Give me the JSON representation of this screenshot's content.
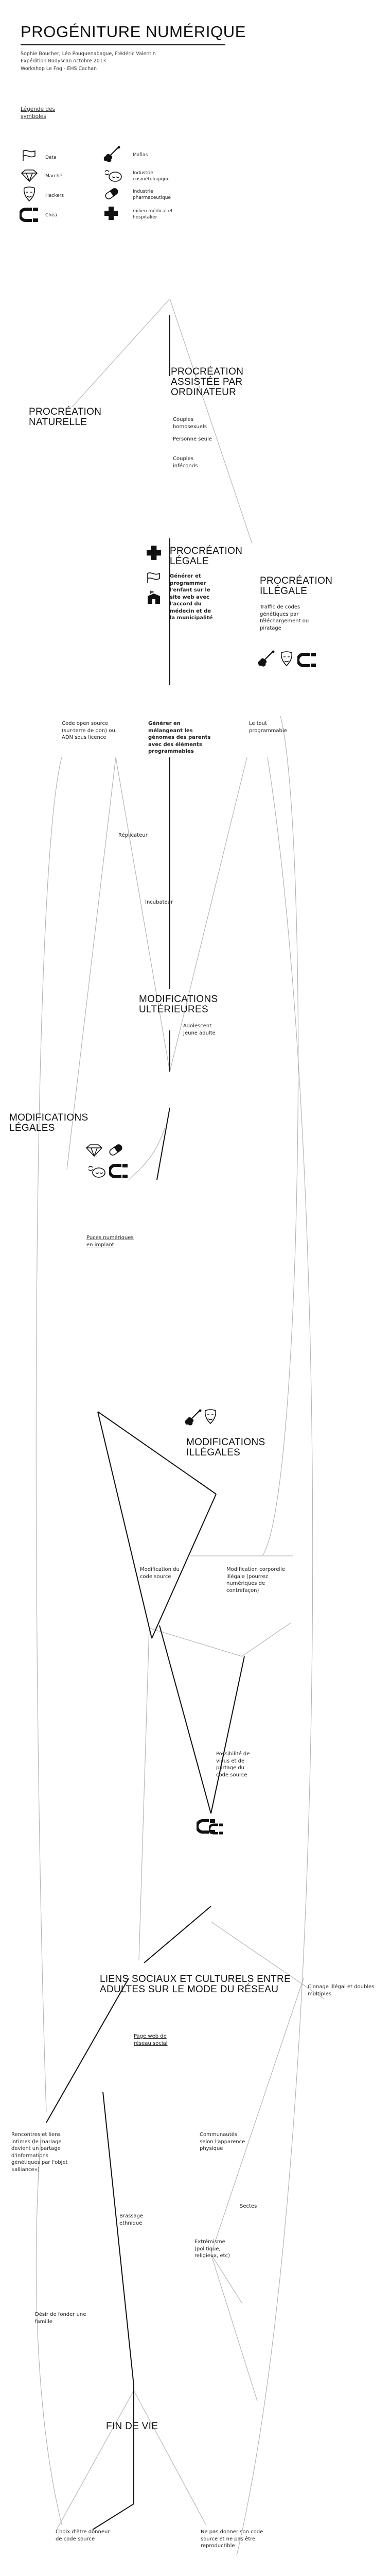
{
  "header": {
    "title": "PROGÉNITURE NUMÉRIQUE",
    "meta_lines": [
      "Sophie Boucher, Léo Pouquenabague, Frédéric Valentin",
      "Expédition Bodyscan octobre 2013",
      "Workshop Le Fog - EHS Cachan"
    ]
  },
  "legend": {
    "title": "Légende des symboles",
    "items": [
      {
        "icon": "dna-flag-icon",
        "label": "Data"
      },
      {
        "icon": "violin-icon",
        "label": "Mafias"
      },
      {
        "icon": "diamond-icon",
        "label": "Marché"
      },
      {
        "icon": "sleeper-icon",
        "label": "Industrie cosmétologique"
      },
      {
        "icon": "hacker-mask-icon",
        "label": "Hackers"
      },
      {
        "icon": "pill-icon",
        "label": "Industrie pharmaceutique"
      },
      {
        "icon": "magnet-icon",
        "label": "Chêâ"
      },
      {
        "icon": "medical-cross-icon",
        "label": "milieu médical et hospitalier"
      }
    ]
  },
  "nodes": {
    "procreation_naturelle": "PROCRÉATION NATURELLE",
    "procreation_assistee": "PROCRÉATION ASSISTÉE PAR ORDINATEUR",
    "couples_homosexuels": "Couples homosexuels",
    "personne_seule": "Personne seule",
    "couples_infeconds": "Couples inféconds",
    "procreation_legale": "PROCRÉATION LÉGALE",
    "generer_programmer": "Générer et programmer l'enfant sur le site web avec l'accord du médecin et de la municipalité",
    "procreation_illegale": "PROCRÉATION ILLÉGALE",
    "trafic_codes": "Traffic de codes génétiques par téléchargement ou piratage",
    "code_open_source": "Code open source (sur-terre de don) ou ADN sous licence",
    "generer_melangeant": "Générer en mélangeant les génomes des parents avec des éléments programmables",
    "tout_programmable": "Le tout programmable",
    "replicateur": "Réplicateur",
    "incubateur": "Incubateur",
    "modifs_ulterieures": "MODIFICATIONS ULTÉRIEURES",
    "adolescent": "Adolescent Jeune adulte",
    "modifs_legales": "MODIFICATIONS LÉGALES",
    "puces": "Puces numériques en implant",
    "modifs_illegales": "MODIFICATIONS ILLÉGALES",
    "modif_code_source": "Modification du code source",
    "modif_corporelle": "Modification corporelle illégale (pourrez numériques de contrefaçon)",
    "possibilite": "Possibilité de vivus et de partage du code source",
    "clonage": "Clonage illégal et doubles multiples",
    "liens_sociaux": "LIENS SOCIAUX ET CULTURELS ENTRE ADULTES SUR LE MODE DU RÉSEAU",
    "page_web": "Page web de réseau social",
    "rencontres": "Rencontres et liens intimes (le mariage devient un partage d'informations génétiques par l'objet «alliance»)",
    "communautes": "Communautés selon l'apparence physique",
    "brassage": "Brassage ethnique",
    "sectes": "Sectes",
    "extremisme": "Extrémisme (politique, religieux, etc)",
    "desir_fonder": "Désir de fonder une famille",
    "fin_de_vie": "FIN DE VIE",
    "choix_donneur": "Choix d'être donneur de code source",
    "ne_pas_donner": "Ne pas donner son code source et ne pas être reproductible"
  }
}
